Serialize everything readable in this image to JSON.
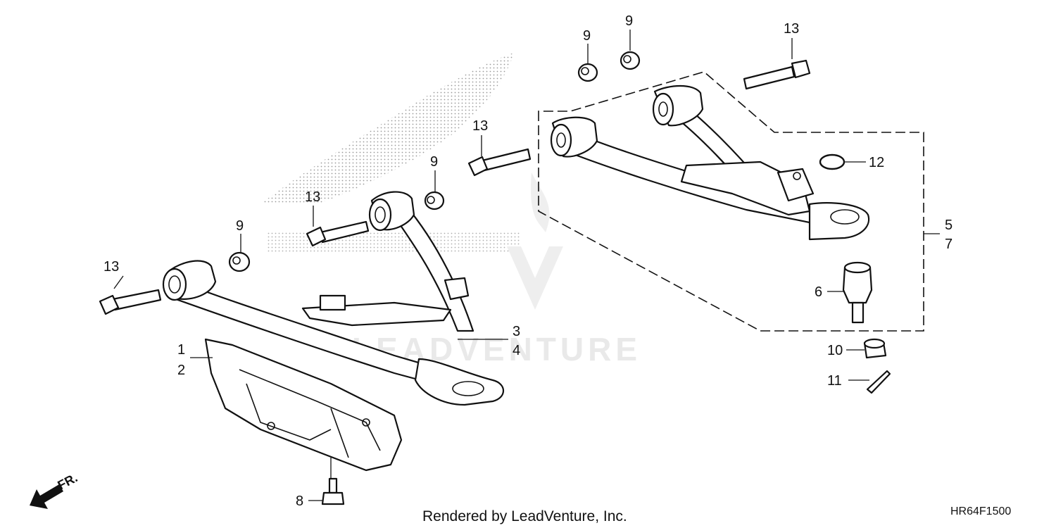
{
  "diagram": {
    "callouts": {
      "c1": "1",
      "c2": "2",
      "c3": "3",
      "c4": "4",
      "c5": "5",
      "c6": "6",
      "c7": "7",
      "c8": "8",
      "c9a": "9",
      "c9b": "9",
      "c9c": "9",
      "c9d": "9",
      "c10": "10",
      "c11": "11",
      "c12": "12",
      "c13a": "13",
      "c13b": "13",
      "c13c": "13",
      "c13d": "13"
    },
    "direction_label": "FR.",
    "watermark": "LEADVENTURE",
    "footer": "Rendered by LeadVenture, Inc.",
    "diagram_code": "HR64F1500"
  },
  "colors": {
    "line": "#111111",
    "watermark": "#e9e9e9",
    "stipple": "#9a9a9a"
  }
}
